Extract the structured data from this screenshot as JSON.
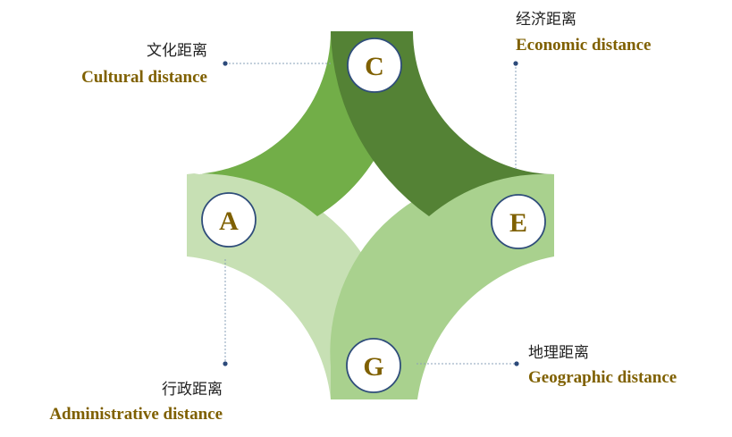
{
  "colors": {
    "petal_c": "#72AE48",
    "petal_e": "#548235",
    "petal_a": "#C7E0B4",
    "petal_g": "#A9D18E",
    "english_label": "#7F6000",
    "node_ring": "#2F4D7A",
    "node_fill": "#FFFFFF"
  },
  "nodes": {
    "c": "C",
    "e": "E",
    "a": "A",
    "g": "G"
  },
  "labels": {
    "cultural": {
      "cn": "文化距离",
      "en": "Cultural distance"
    },
    "economic": {
      "cn": "经济距离",
      "en": "Economic distance"
    },
    "administrative": {
      "cn": "行政距离",
      "en": "Administrative distance"
    },
    "geographic": {
      "cn": "地理距离",
      "en": "Geographic distance"
    }
  }
}
